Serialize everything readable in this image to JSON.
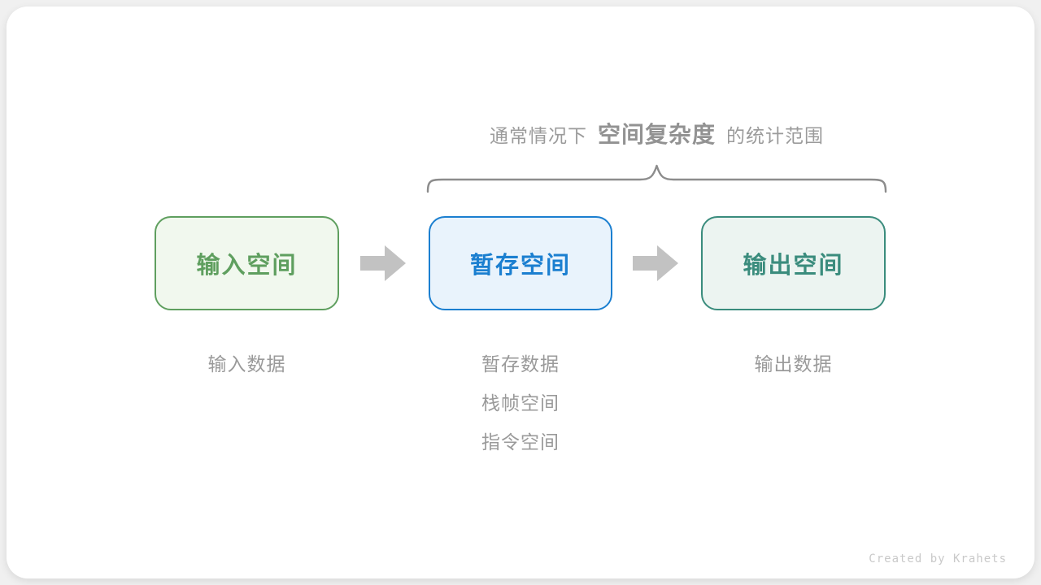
{
  "annotation": {
    "prefix": "通常情况下",
    "highlight": "空间复杂度",
    "suffix": "的统计范围"
  },
  "boxes": [
    {
      "label": "输入空间",
      "theme": "green"
    },
    {
      "label": "暂存空间",
      "theme": "blue"
    },
    {
      "label": "输出空间",
      "theme": "teal"
    }
  ],
  "arrows": [
    {
      "icon": "right-arrow-icon"
    },
    {
      "icon": "right-arrow-icon"
    }
  ],
  "notes": [
    {
      "items": [
        "输入数据"
      ]
    },
    {
      "items": [
        "暂存数据",
        "栈帧空间",
        "指令空间"
      ]
    },
    {
      "items": [
        "输出数据"
      ]
    }
  ],
  "credit": "Created by Krahets",
  "colors": {
    "green_accent": "#5f9f5f",
    "blue_accent": "#1b7fd0",
    "teal_accent": "#3a8c7d",
    "title_gray": "#9b9b9b",
    "note_gray": "#9a9a9a",
    "arrow_gray": "#c2c2c2",
    "page_bg": "#f0f0f0",
    "card_bg": "#ffffff"
  }
}
